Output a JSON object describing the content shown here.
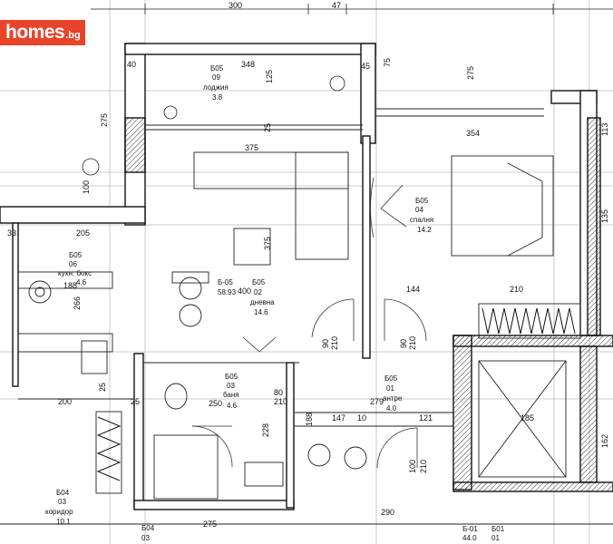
{
  "logo": {
    "main": "homes",
    "tld": ".bg",
    "brand_color": "#e8442a"
  },
  "top_dims": {
    "d300": "300",
    "d47": "47",
    "d75": "75",
    "d275a": "275"
  },
  "rooms": {
    "loggia": {
      "code": "Б05",
      "num": "09",
      "name": "лоджия",
      "area": "3.8"
    },
    "bedroom": {
      "code": "Б05",
      "num": "04",
      "name": "спалня",
      "area": "14.2"
    },
    "kitchen": {
      "code": "Б05",
      "num": "06",
      "name": "кухн. бокс",
      "area": "4.6"
    },
    "living": {
      "code": "Б05",
      "num": "02",
      "name": "дневна",
      "area": "14.6"
    },
    "apartment": {
      "code": "Б-05",
      "area": "58.93"
    },
    "bath": {
      "code": "Б05",
      "num": "03",
      "name": "баня",
      "area": "4.6"
    },
    "hall": {
      "code": "Б05",
      "num": "01",
      "name": "антре",
      "area": "4.0"
    },
    "corridor": {
      "code": "Б04",
      "num": "03",
      "name": "коридор",
      "area": "10.1"
    },
    "bottom_b04": {
      "code": "Б04",
      "num": "03"
    },
    "bottom_b01": {
      "code": "Б-01",
      "area": "44.0"
    },
    "bottom_b01b": {
      "code": "Б01",
      "num": "01"
    }
  },
  "dims": {
    "d40": "40",
    "d348": "348",
    "d45": "45",
    "d125": "125",
    "d275": "275",
    "d25a": "25",
    "d375": "375",
    "d354": "354",
    "d100": "100",
    "d205": "205",
    "d33": "33",
    "d375v": "375",
    "d188": "188",
    "d266": "266",
    "d144": "144",
    "d210": "210",
    "d90a": "90",
    "d210a": "210",
    "d90b": "90",
    "d210b": "210",
    "d400": "400",
    "d250": "250",
    "d80": "80",
    "d210c": "210",
    "d228": "228",
    "d200": "200",
    "d25b": "25",
    "d25c": "25",
    "d147": "147",
    "d121": "121",
    "d185": "185",
    "d162": "162",
    "d135": "135",
    "d113": "113",
    "d188b": "188",
    "d100b": "100",
    "d210d": "210",
    "d275b": "275",
    "d290": "290",
    "d10": "10",
    "d279": "279"
  }
}
